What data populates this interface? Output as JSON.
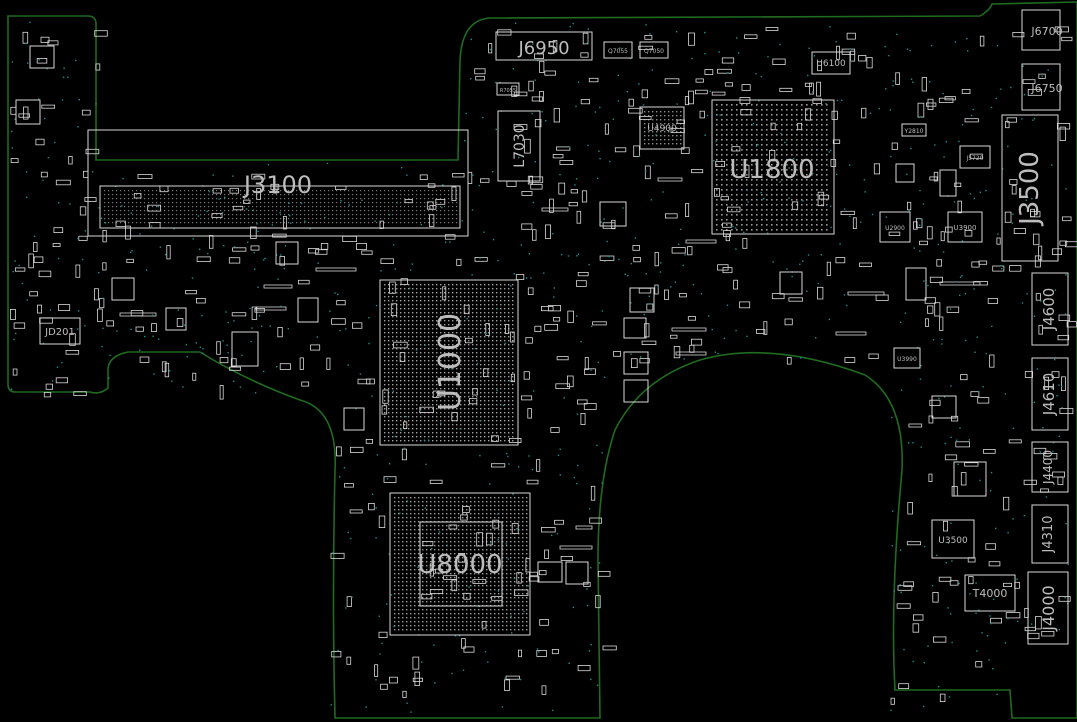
{
  "colors": {
    "background": "#000000",
    "board_edge": "#1f6b1f",
    "silkscreen": "#d9d9d9",
    "label": "#bdbdbd",
    "via": "#1a8f8f"
  },
  "labels": {
    "j6950": "J6950",
    "j6700": "J6700",
    "j6750": "J6750",
    "j3100": "J3100",
    "j3500": "J3500",
    "u1800": "U1800",
    "u1000": "U1000",
    "u8000": "U8000",
    "l7030": "L7030",
    "u4900": "U4900",
    "u6100": "U6100",
    "j4600": "J4600",
    "j4610": "J4610",
    "j4400": "J4400",
    "j4310": "J4310",
    "j4000": "J4000",
    "t4000": "T4000",
    "u3500": "U3500",
    "jd201": "JD201",
    "u3990": "U3990",
    "u3900": "U3900",
    "u2900": "U2900",
    "j5720": "J5720",
    "q7055": "Q7055",
    "q7050": "Q7050",
    "y2810": "Y2810",
    "r7055": "R7055"
  }
}
